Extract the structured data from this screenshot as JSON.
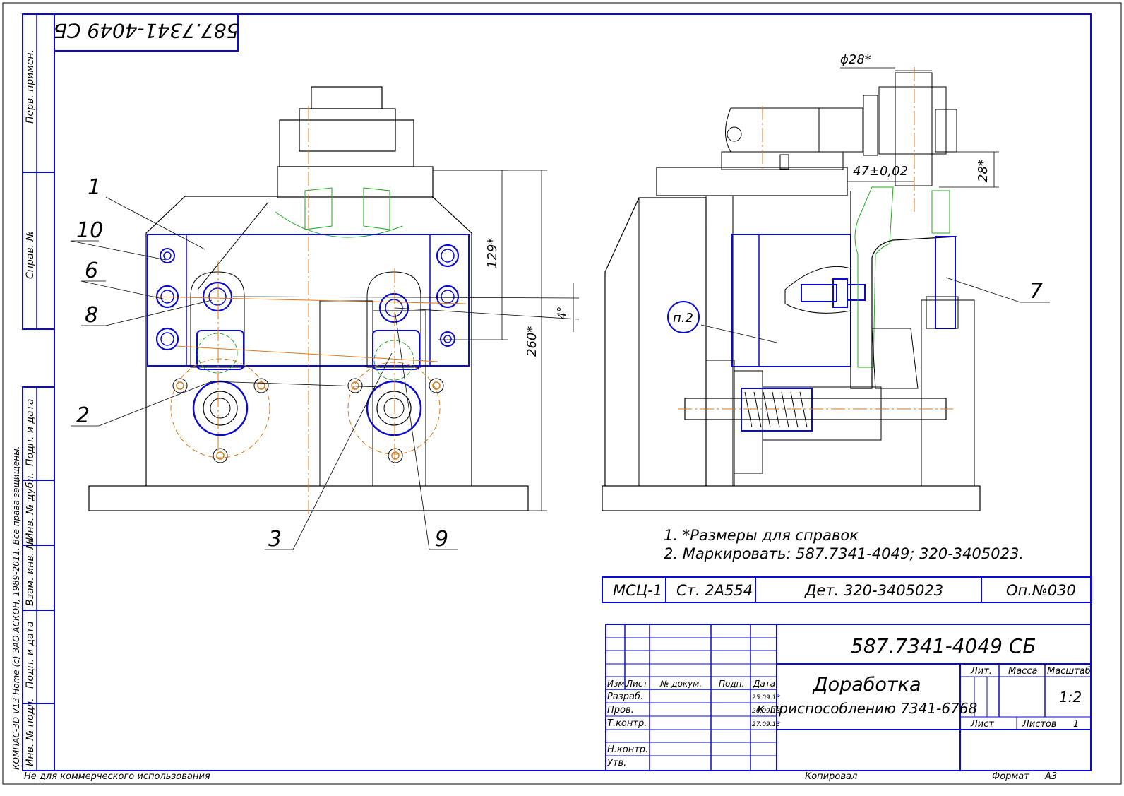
{
  "stamp_top": "587.7341-4049 СБ",
  "side_labels": {
    "perv_primen": "Перв. примен.",
    "sprav_no": "Справ. №",
    "podp_i_data_1": "Подп. и дата",
    "inv_no_dubl": "Инв. № дубл.",
    "vzam_inv_no": "Взам. инв. №",
    "podp_i_data_2": "Подп. и дата",
    "inv_no_podl": "Инв. № подл.",
    "copyright": "КОМПАС-3D V13 Home (c) ЗАО АСКОН, 1989-2011. Все права защищены."
  },
  "callouts": [
    "1",
    "10",
    "6",
    "8",
    "2",
    "3",
    "9",
    "7",
    "п.2"
  ],
  "dimensions": {
    "d129": "129*",
    "d260": "260*",
    "d4": "4°",
    "d28": "28*",
    "phi28": "ϕ28*",
    "d47": "47±0,02"
  },
  "notes": [
    "1.  *Размеры для справок",
    "2.  Маркировать: 587.7341-4049; 320-3405023."
  ],
  "op_table": {
    "c1": "МСЦ-1",
    "c2": "Ст. 2А554",
    "c3": "Дет. 320-3405023",
    "c4": "Оп.№030"
  },
  "title_block": {
    "designation": "587.7341-4049 СБ",
    "name_line1": "Доработка",
    "name_line2": "к приспособлению 7341-6768",
    "hdr_izm": "Изм.",
    "hdr_list": "Лист",
    "hdr_doc": "№ докум.",
    "hdr_podp": "Подп.",
    "hdr_data": "Дата",
    "razrab": "Разраб.",
    "prov": "Пров.",
    "tkontr": "Т.контр.",
    "nkontr": "Н.контр.",
    "utv": "Утв.",
    "date1": "25.09.13",
    "date2": "26.09.13",
    "date3": "27.09.13",
    "lit": "Лит.",
    "massa": "Масса",
    "masshtab": "Масштаб",
    "scale": "1:2",
    "list": "Лист",
    "listov": "Листов",
    "listov_val": "1"
  },
  "footer": {
    "noncommercial": "Не для коммерческого использования",
    "kopiroval": "Копировал",
    "format_label": "Формат",
    "format_val": "А3"
  }
}
